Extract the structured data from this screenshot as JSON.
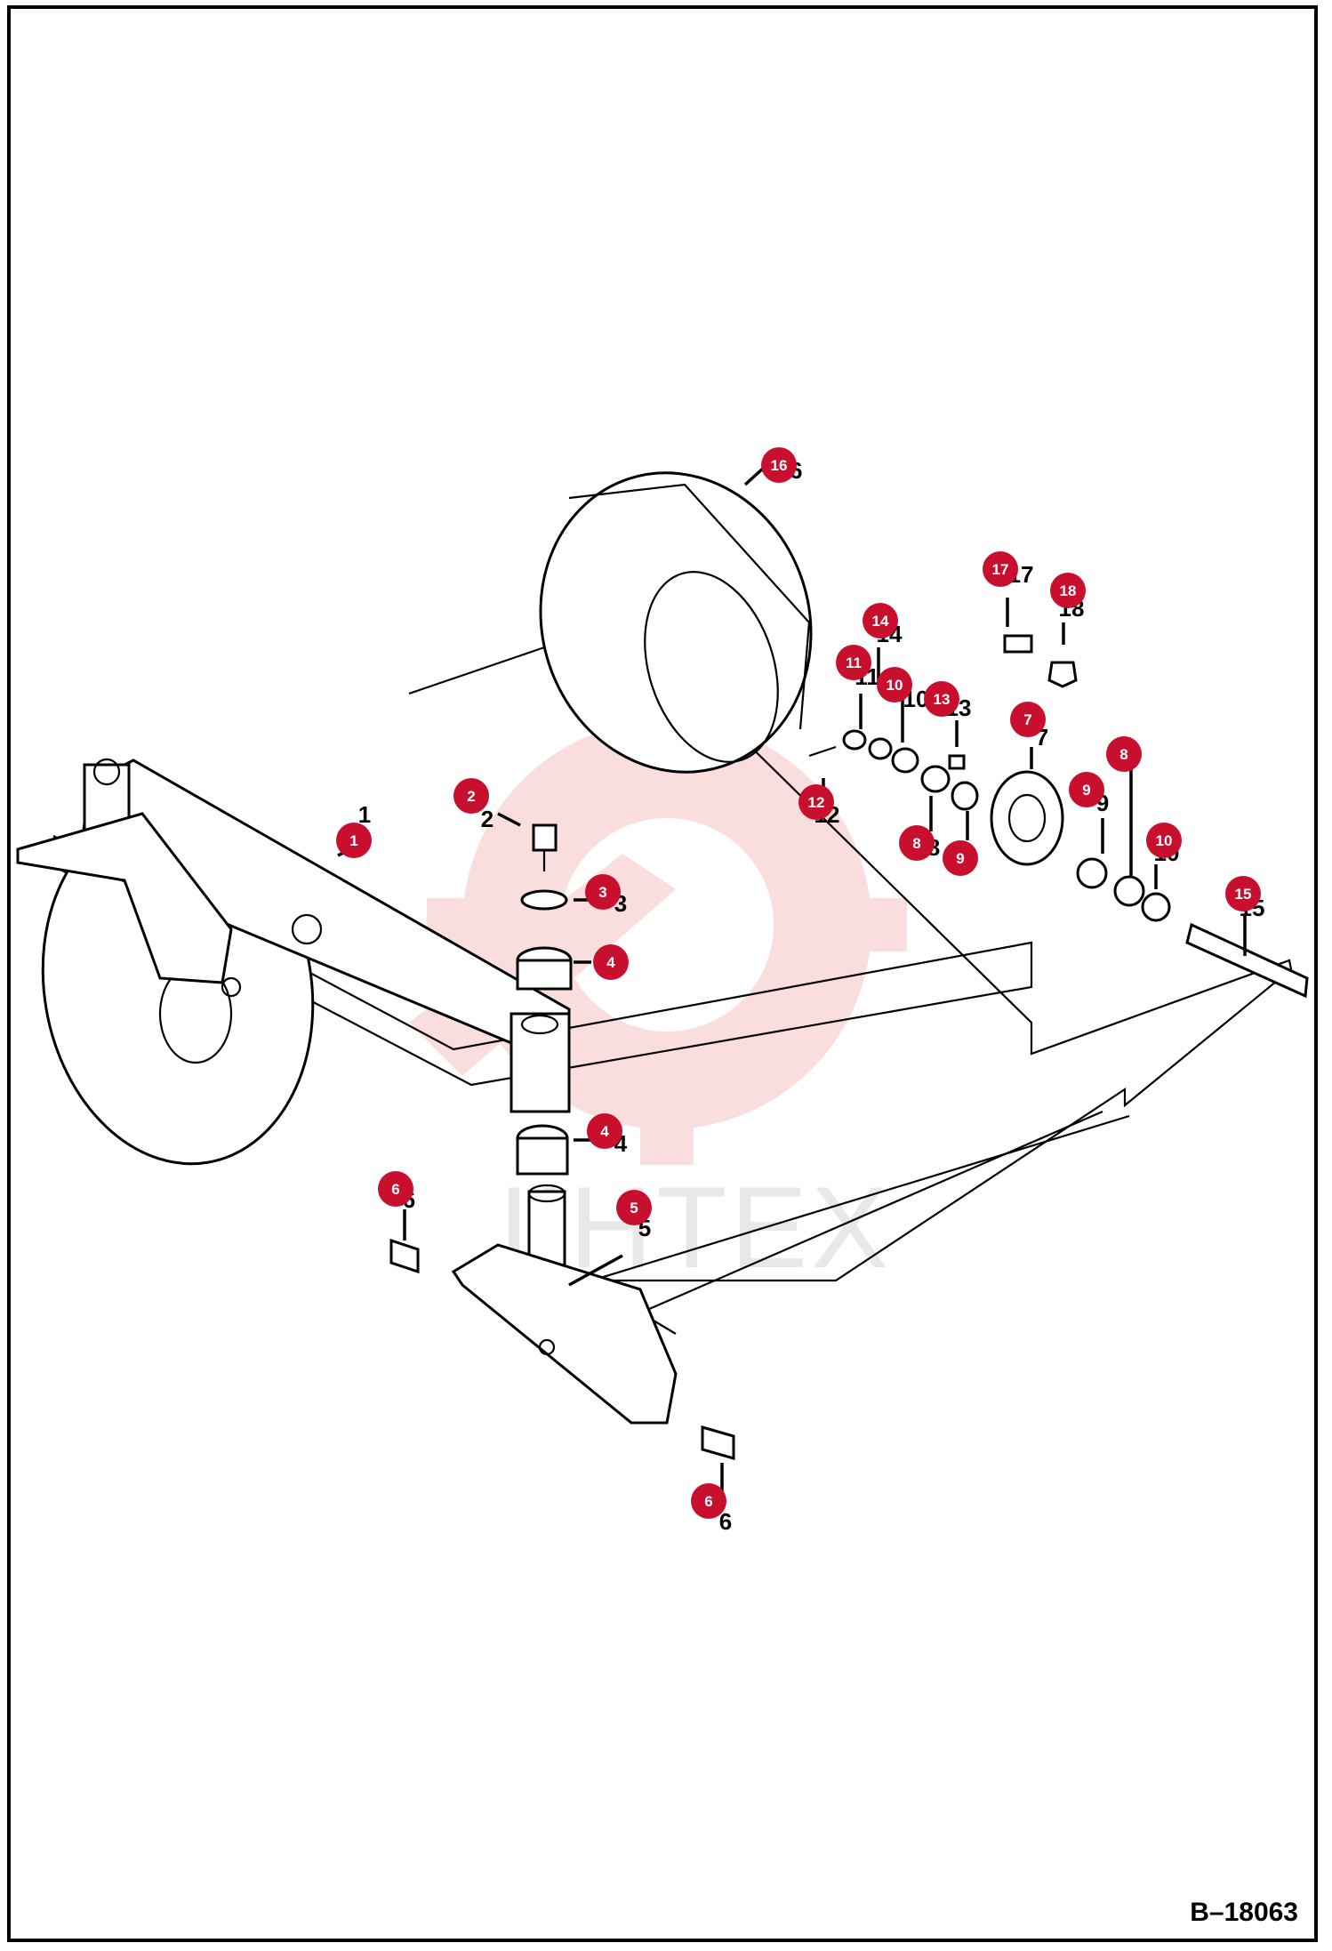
{
  "drawing_number": "B–18063",
  "watermark": "IIHTEX",
  "callouts": [
    {
      "label": "1"
    },
    {
      "label": "2"
    },
    {
      "label": "3"
    },
    {
      "label": "4"
    },
    {
      "label": "4"
    },
    {
      "label": "5"
    },
    {
      "label": "6"
    },
    {
      "label": "6"
    },
    {
      "label": "7"
    },
    {
      "label": "8"
    },
    {
      "label": "8"
    },
    {
      "label": "9"
    },
    {
      "label": "9"
    },
    {
      "label": "10"
    },
    {
      "label": "10"
    },
    {
      "label": "11"
    },
    {
      "label": "12"
    },
    {
      "label": "13"
    },
    {
      "label": "14"
    },
    {
      "label": "15"
    },
    {
      "label": "16"
    },
    {
      "label": "17"
    },
    {
      "label": "18"
    }
  ],
  "colors": {
    "callout": "#c8102e",
    "line": "#000000",
    "watermark": "#f2c0c0"
  }
}
